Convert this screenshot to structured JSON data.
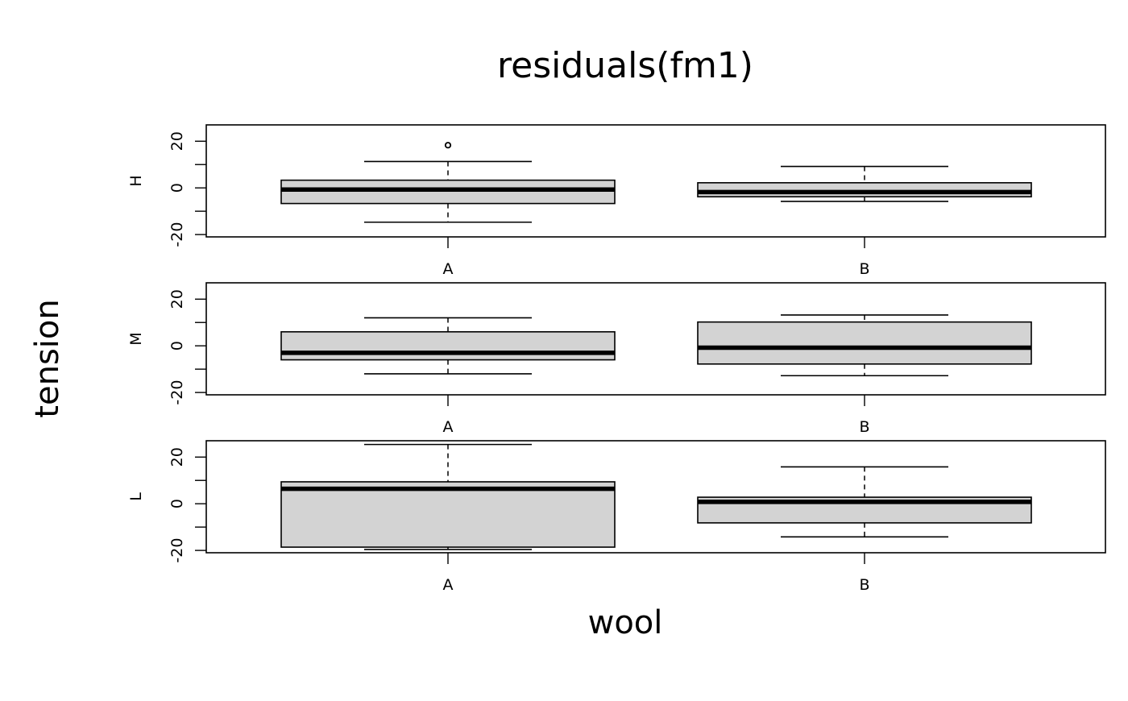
{
  "chart_data": {
    "type": "boxplot",
    "title": "residuals(fm1)",
    "xlabel": "wool",
    "ylabel": "tension",
    "ylim": [
      -21,
      27
    ],
    "yticks": [
      -20,
      0,
      20
    ],
    "categories": [
      "A",
      "B"
    ],
    "box_fill": "#d3d3d3",
    "panels": [
      {
        "label": "H",
        "boxes": [
          {
            "category": "A",
            "whisker_low": -14.7,
            "q1": -6.7,
            "median": -0.7,
            "q3": 3.3,
            "whisker_high": 11.3,
            "outliers": [
              18.3
            ]
          },
          {
            "category": "B",
            "whisker_low": -5.8,
            "q1": -3.8,
            "median": -1.8,
            "q3": 2.2,
            "whisker_high": 9.2,
            "outliers": []
          }
        ]
      },
      {
        "label": "M",
        "boxes": [
          {
            "category": "A",
            "whisker_low": -12.0,
            "q1": -6.0,
            "median": -3.0,
            "q3": 6.0,
            "whisker_high": 12.0,
            "outliers": []
          },
          {
            "category": "B",
            "whisker_low": -12.8,
            "q1": -7.8,
            "median": -0.8,
            "q3": 10.2,
            "whisker_high": 13.2,
            "outliers": []
          }
        ]
      },
      {
        "label": "L",
        "boxes": [
          {
            "category": "A",
            "whisker_low": -19.6,
            "q1": -18.6,
            "median": 6.4,
            "q3": 9.4,
            "whisker_high": 25.4,
            "outliers": []
          },
          {
            "category": "B",
            "whisker_low": -14.2,
            "q1": -8.2,
            "median": 0.8,
            "q3": 2.8,
            "whisker_high": 15.8,
            "outliers": []
          }
        ]
      }
    ]
  }
}
